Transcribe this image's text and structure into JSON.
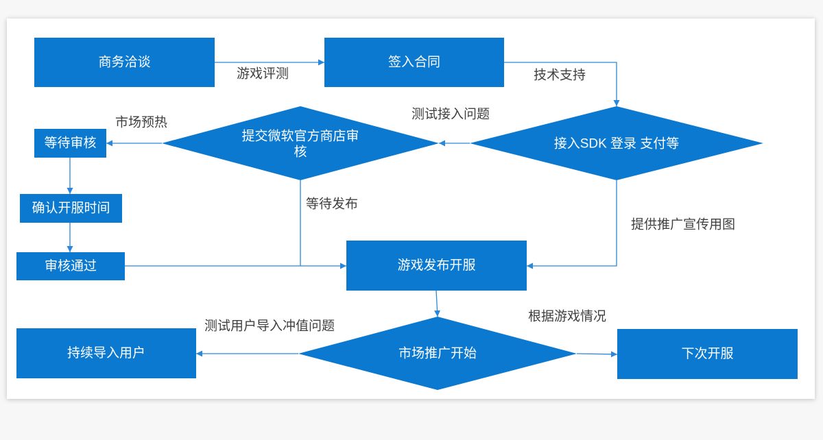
{
  "diagram": {
    "nodes": {
      "negotiation": "商务洽谈",
      "sign_contract": "签入合同",
      "wait_review": "等待审核",
      "confirm_launch_time": "确认开服时间",
      "review_passed": "审核通过",
      "game_launch": "游戏发布开服",
      "continue_import_users": "持续导入用户",
      "next_launch": "下次开服"
    },
    "decisions": {
      "submit_store_review": [
        "提交微软官方商店审",
        "核"
      ],
      "integrate_sdk": "接入SDK 登录 支付等",
      "marketing_start": "市场推广开始"
    },
    "edge_labels": {
      "game_evaluation": "游戏评测",
      "tech_support": "技术支持",
      "test_integration": "测试接入问题",
      "market_warmup": "市场预热",
      "wait_release": "等待发布",
      "provide_promo_images": "提供推广宣传用图",
      "test_user_import": "测试用户导入冲值问题",
      "per_game_situation": "根据游戏情况"
    }
  },
  "colors": {
    "node_fill": "#0b79d0",
    "node_text": "#ffffff",
    "edge": "#2b87da",
    "label_text": "#404040"
  }
}
